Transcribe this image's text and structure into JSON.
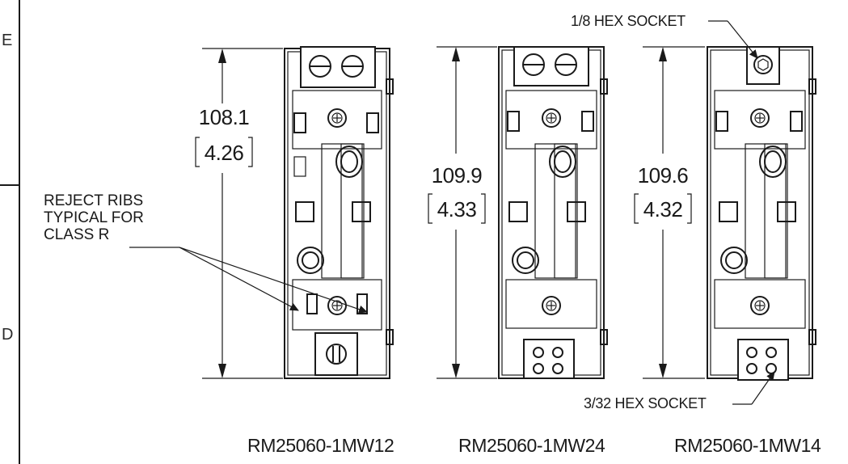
{
  "zone_labels": [
    "E",
    "D"
  ],
  "left_note": [
    "REJECT RIBS",
    "TYPICAL FOR",
    "CLASS R"
  ],
  "dimensions": [
    {
      "mm": "108.1",
      "inch": "4.26"
    },
    {
      "mm": "109.9",
      "inch": "4.33"
    },
    {
      "mm": "109.6",
      "inch": "4.32"
    }
  ],
  "callouts": {
    "top": "1/8 HEX SOCKET",
    "bottom": "3/32 HEX SOCKET"
  },
  "models": [
    "RM25060-1MW12",
    "RM25060-1MW24",
    "RM25060-1MW14"
  ],
  "colors": {
    "line": "#1a1a1a",
    "background": "#ffffff"
  }
}
